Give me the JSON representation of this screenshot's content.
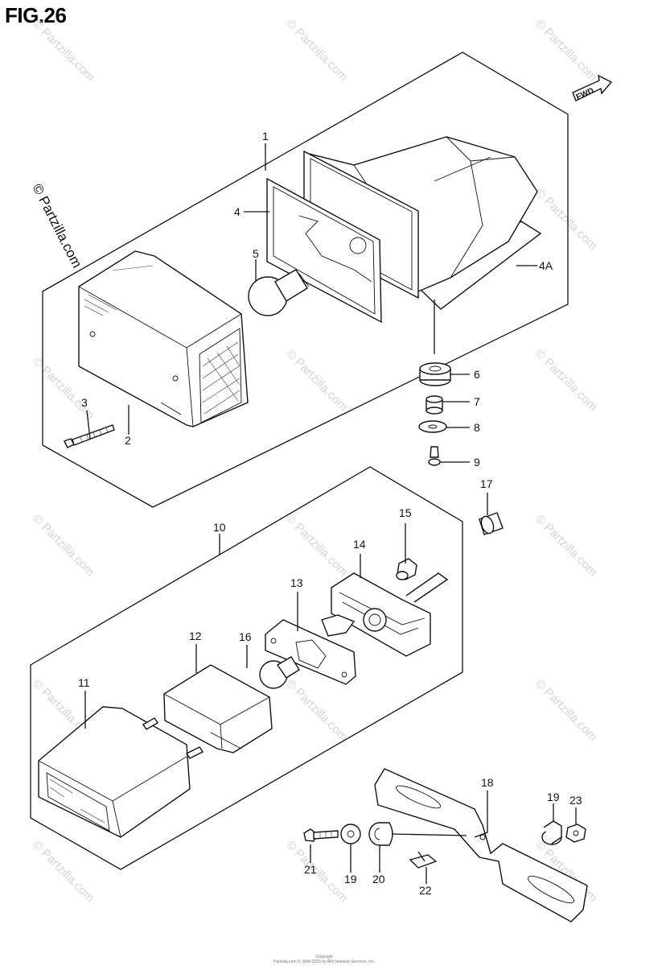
{
  "figure": {
    "title": "FIG.26",
    "fwd_label": "FWD"
  },
  "watermark": {
    "text": "© Partzilla.com"
  },
  "callouts": {
    "c1": "1",
    "c2": "2",
    "c3": "3",
    "c4": "4",
    "c4A": "4A",
    "c5": "5",
    "c6": "6",
    "c7": "7",
    "c8": "8",
    "c9": "9",
    "c10": "10",
    "c11": "11",
    "c12": "12",
    "c13": "13",
    "c14": "14",
    "c15": "15",
    "c16": "16",
    "c17": "17",
    "c18": "18",
    "c19a": "19",
    "c19b": "19",
    "c20": "20",
    "c21": "21",
    "c22": "22",
    "c23": "23"
  },
  "copyright": {
    "line1": "Copyright",
    "line2": "Partzilla.com © 2004-2025 by ARI Network Services, Inc."
  }
}
